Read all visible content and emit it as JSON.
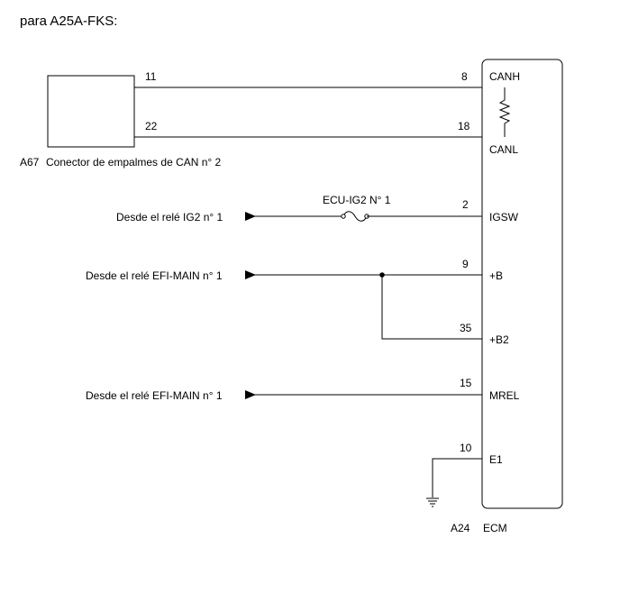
{
  "title": "para A25A-FKS:",
  "connector": {
    "code": "A67",
    "name": "Conector de empalmes de CAN n° 2",
    "pins": {
      "canh": "11",
      "canl": "22"
    }
  },
  "ecm": {
    "code": "A24",
    "name": "ECM",
    "pins": [
      {
        "number": "8",
        "label": "CANH"
      },
      {
        "number": "18",
        "label": "CANL"
      },
      {
        "number": "2",
        "label": "IGSW"
      },
      {
        "number": "9",
        "label": "+B"
      },
      {
        "number": "35",
        "label": "+B2"
      },
      {
        "number": "15",
        "label": "MREL"
      },
      {
        "number": "10",
        "label": "E1"
      }
    ]
  },
  "sources": {
    "ig2": "Desde el relé IG2 n° 1",
    "efi_main_b": "Desde el relé EFI-MAIN n° 1",
    "efi_main_mrel": "Desde el relé EFI-MAIN n° 1"
  },
  "fuse": {
    "label": "ECU-IG2 N° 1"
  }
}
